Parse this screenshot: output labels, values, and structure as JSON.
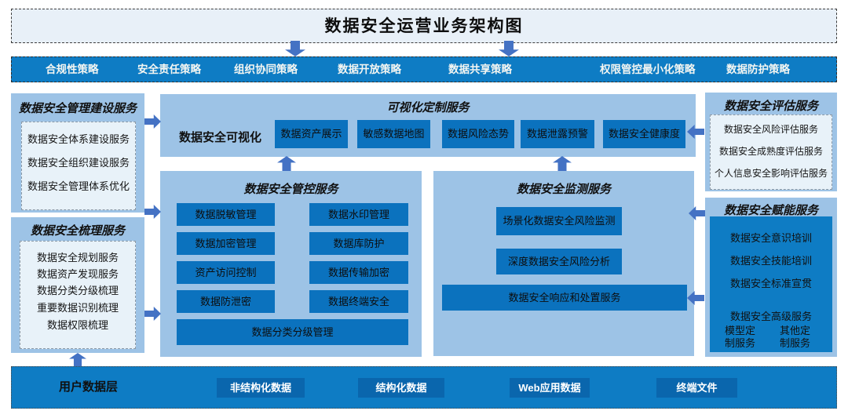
{
  "title": "数据安全运营业务架构图",
  "policy_bar": {
    "items": [
      "合规性策略",
      "安全责任策略",
      "组织协同策略",
      "数据开放策略",
      "数据共享策略",
      "权限管控最小化策略",
      "数据防护策略"
    ]
  },
  "left_column": {
    "management": {
      "title": "数据安全管理建设服务",
      "items": [
        "数据安全体系建设服务",
        "数据安全组织建设服务",
        "数据安全管理体系优化"
      ]
    },
    "sorting": {
      "title": "数据安全梳理服务",
      "items": [
        "数据安全规划服务",
        "数据资产发现服务",
        "数据分类分级梳理",
        "重要数据识别梳理",
        "数据权限梳理"
      ]
    }
  },
  "visualization": {
    "title": "可视化定制服务",
    "label": "数据安全可视化",
    "items": [
      "数据资产展示",
      "敏感数据地图",
      "数据风险态势",
      "数据泄露预警",
      "数据安全健康度"
    ]
  },
  "control": {
    "title": "数据安全管控服务",
    "left_items": [
      "数据脱敏管理",
      "数据加密管理",
      "资产访问控制",
      "数据防泄密"
    ],
    "right_items": [
      "数据水印管理",
      "数据库防护",
      "数据传输加密",
      "数据终端安全"
    ],
    "wide_item": "数据分类分级管理"
  },
  "monitoring": {
    "title": "数据安全监测服务",
    "items": [
      "场景化数据安全风险监测",
      "深度数据安全风险分析"
    ],
    "wide_item": "数据安全响应和处置服务"
  },
  "right_column": {
    "assessment": {
      "title": "数据安全评估服务",
      "items": [
        "数据安全风险评估服务",
        "数据安全成熟度评估服务",
        "个人信息安全影响评估服务"
      ]
    },
    "enablement": {
      "title": "数据安全赋能服务",
      "items": [
        "数据安全意识培训",
        "数据安全技能培训",
        "数据安全标准宣贯"
      ],
      "advanced_title": "数据安全高级服务",
      "advanced_items": [
        "模型定制服务",
        "其他定制服务"
      ]
    }
  },
  "bottom_bar": {
    "label": "用户数据层",
    "items": [
      "非结构化数据",
      "结构化数据",
      "Web应用数据",
      "终端文件"
    ]
  },
  "colors": {
    "bar_blue": "#0e7cc4",
    "panel_blue": "#9dc3e6",
    "chip_blue": "#0b72be",
    "bottom_chip_blue": "#0a66ad",
    "light_bg": "#e8f0f8",
    "arrow_blue": "#4472c4"
  }
}
